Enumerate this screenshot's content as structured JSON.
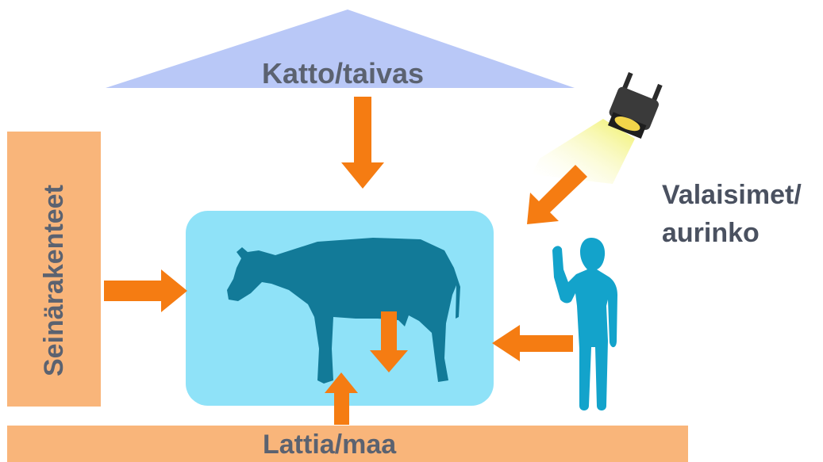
{
  "labels": {
    "roof": "Katto/taivas",
    "wall": "Seinärakenteet",
    "floor": "Lattia/maa",
    "lamp_line1": "Valaisimet/",
    "lamp_line2": "aurinko"
  },
  "colors": {
    "roof_fill": "#b9c8f7",
    "wall_fill": "#f9b57a",
    "floor_fill": "#f9b57a",
    "arrow": "#f57c12",
    "room_fill": "#8fe2f8",
    "cow_fill": "#127a98",
    "person_fill": "#13a3cb",
    "light_beam": "#f3f47a",
    "lamp_body": "#2b2b2b",
    "label_text": "#5b6270"
  },
  "icons": {
    "cow": "cow-silhouette-icon",
    "person": "person-waving-icon",
    "spotlight": "spotlight-icon"
  }
}
